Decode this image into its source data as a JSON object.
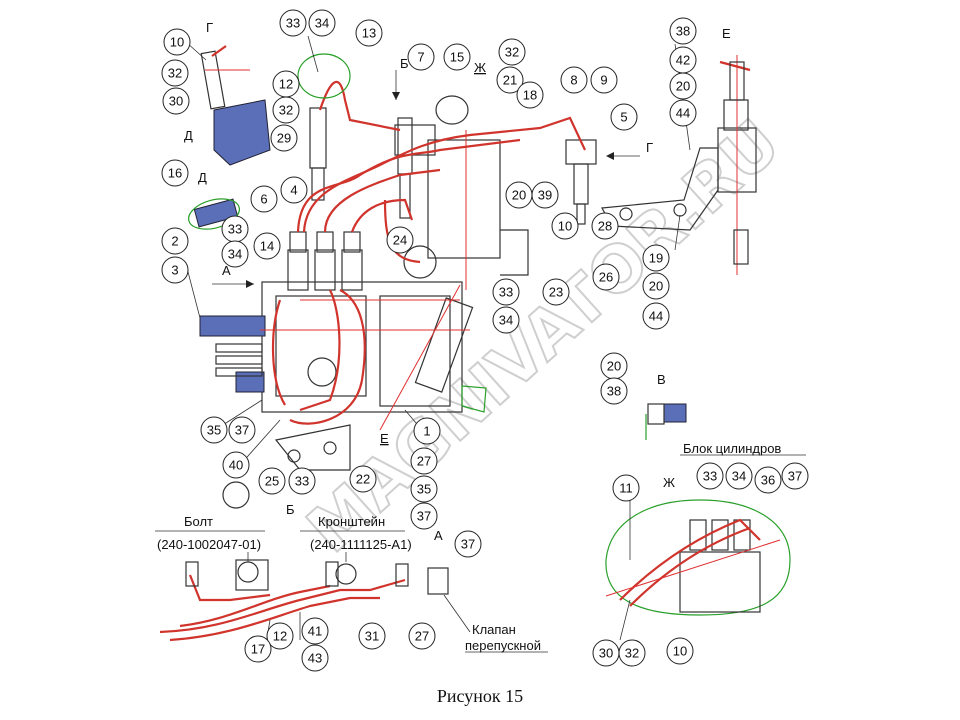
{
  "letters": [
    "Г",
    "Д",
    "Д",
    "А",
    "Б",
    "Ж",
    "Е",
    "В",
    "Ж",
    "Б",
    "А",
    "Е",
    "Г"
  ],
  "labels": {
    "bolt": "Болт",
    "bolt_code": "(240-1002047-01)",
    "bracket": "Кронштейн",
    "bracket_code": "(240-1111125-А1)",
    "block": "Блок цилиндров",
    "valve_1": "Клапан",
    "valve_2": "перепускной"
  },
  "watermark": "MAGNIVATOR.RU",
  "caption": "Рисунок 15",
  "callouts": [
    "10",
    "32",
    "30",
    "16",
    "2",
    "3",
    "33",
    "34",
    "14",
    "33",
    "34",
    "13",
    "12",
    "32",
    "29",
    "6",
    "4",
    "7",
    "15",
    "32",
    "21",
    "18",
    "8",
    "9",
    "5",
    "38",
    "42",
    "20",
    "44",
    "20",
    "39",
    "10",
    "28",
    "24",
    "19",
    "20",
    "44",
    "26",
    "23",
    "33",
    "34",
    "20",
    "38",
    "11",
    "33",
    "34",
    "36",
    "37",
    "35",
    "37",
    "40",
    "25",
    "33",
    "22",
    "1",
    "27",
    "35",
    "37",
    "37",
    "27",
    "31",
    "41",
    "43",
    "12",
    "17",
    "30",
    "32",
    "10"
  ],
  "colors": {
    "pipe": "#d0342c",
    "outline": "#333333",
    "hatch": "#5a6fb8",
    "highlight": "#2aa02a"
  }
}
